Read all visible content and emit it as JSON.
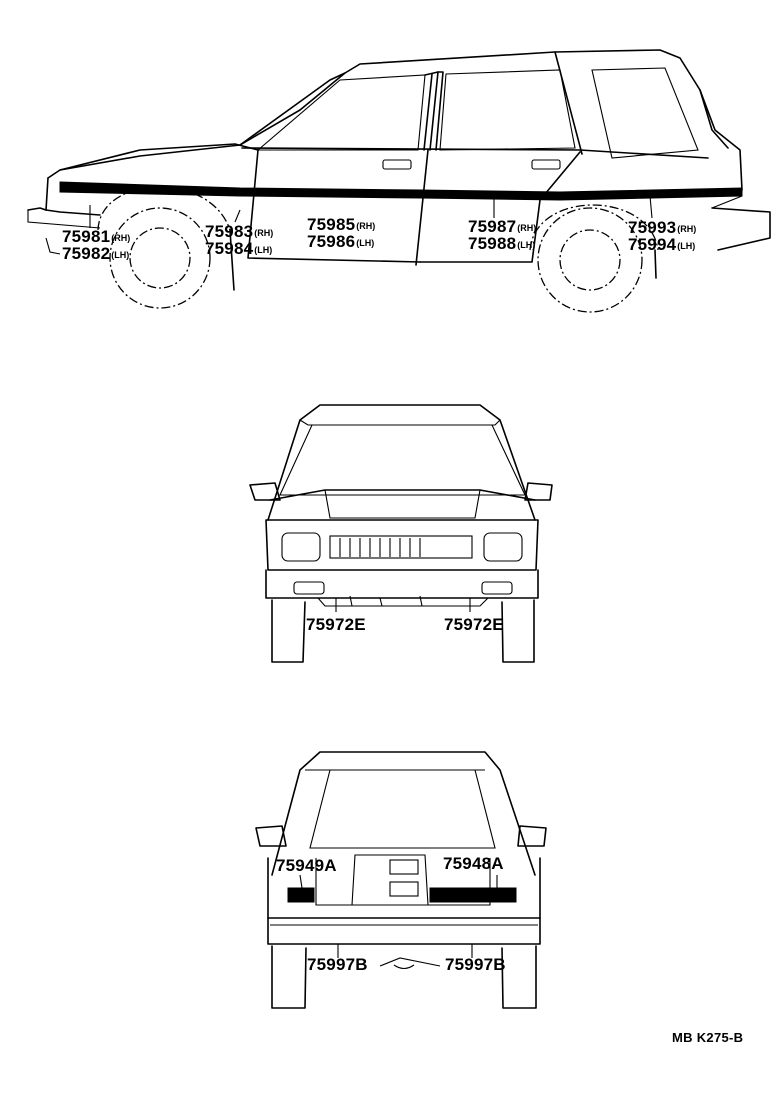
{
  "diagram_code": "MB K275-B",
  "side_view": {
    "parts": [
      {
        "name": "part-75981",
        "number": "75981",
        "suffix": "(RH)"
      },
      {
        "name": "part-75982",
        "number": "75982",
        "suffix": "(LH)"
      },
      {
        "name": "part-75983",
        "number": "75983",
        "suffix": "(RH)"
      },
      {
        "name": "part-75984",
        "number": "75984",
        "suffix": "(LH)"
      },
      {
        "name": "part-75985",
        "number": "75985",
        "suffix": "(RH)"
      },
      {
        "name": "part-75986",
        "number": "75986",
        "suffix": "(LH)"
      },
      {
        "name": "part-75987",
        "number": "75987",
        "suffix": "(RH)"
      },
      {
        "name": "part-75988",
        "number": "75988",
        "suffix": "(LH)"
      },
      {
        "name": "part-75993",
        "number": "75993",
        "suffix": "(RH)"
      },
      {
        "name": "part-75994",
        "number": "75994",
        "suffix": "(LH)"
      }
    ]
  },
  "front_view": {
    "parts": [
      {
        "name": "part-75972e-left",
        "number": "75972E"
      },
      {
        "name": "part-75972e-right",
        "number": "75972E"
      }
    ]
  },
  "rear_view": {
    "parts": [
      {
        "name": "part-75949a",
        "number": "75949A"
      },
      {
        "name": "part-75948a",
        "number": "75948A"
      },
      {
        "name": "part-75997b-left",
        "number": "75997B"
      },
      {
        "name": "part-75997b-right",
        "number": "75997B"
      }
    ]
  }
}
